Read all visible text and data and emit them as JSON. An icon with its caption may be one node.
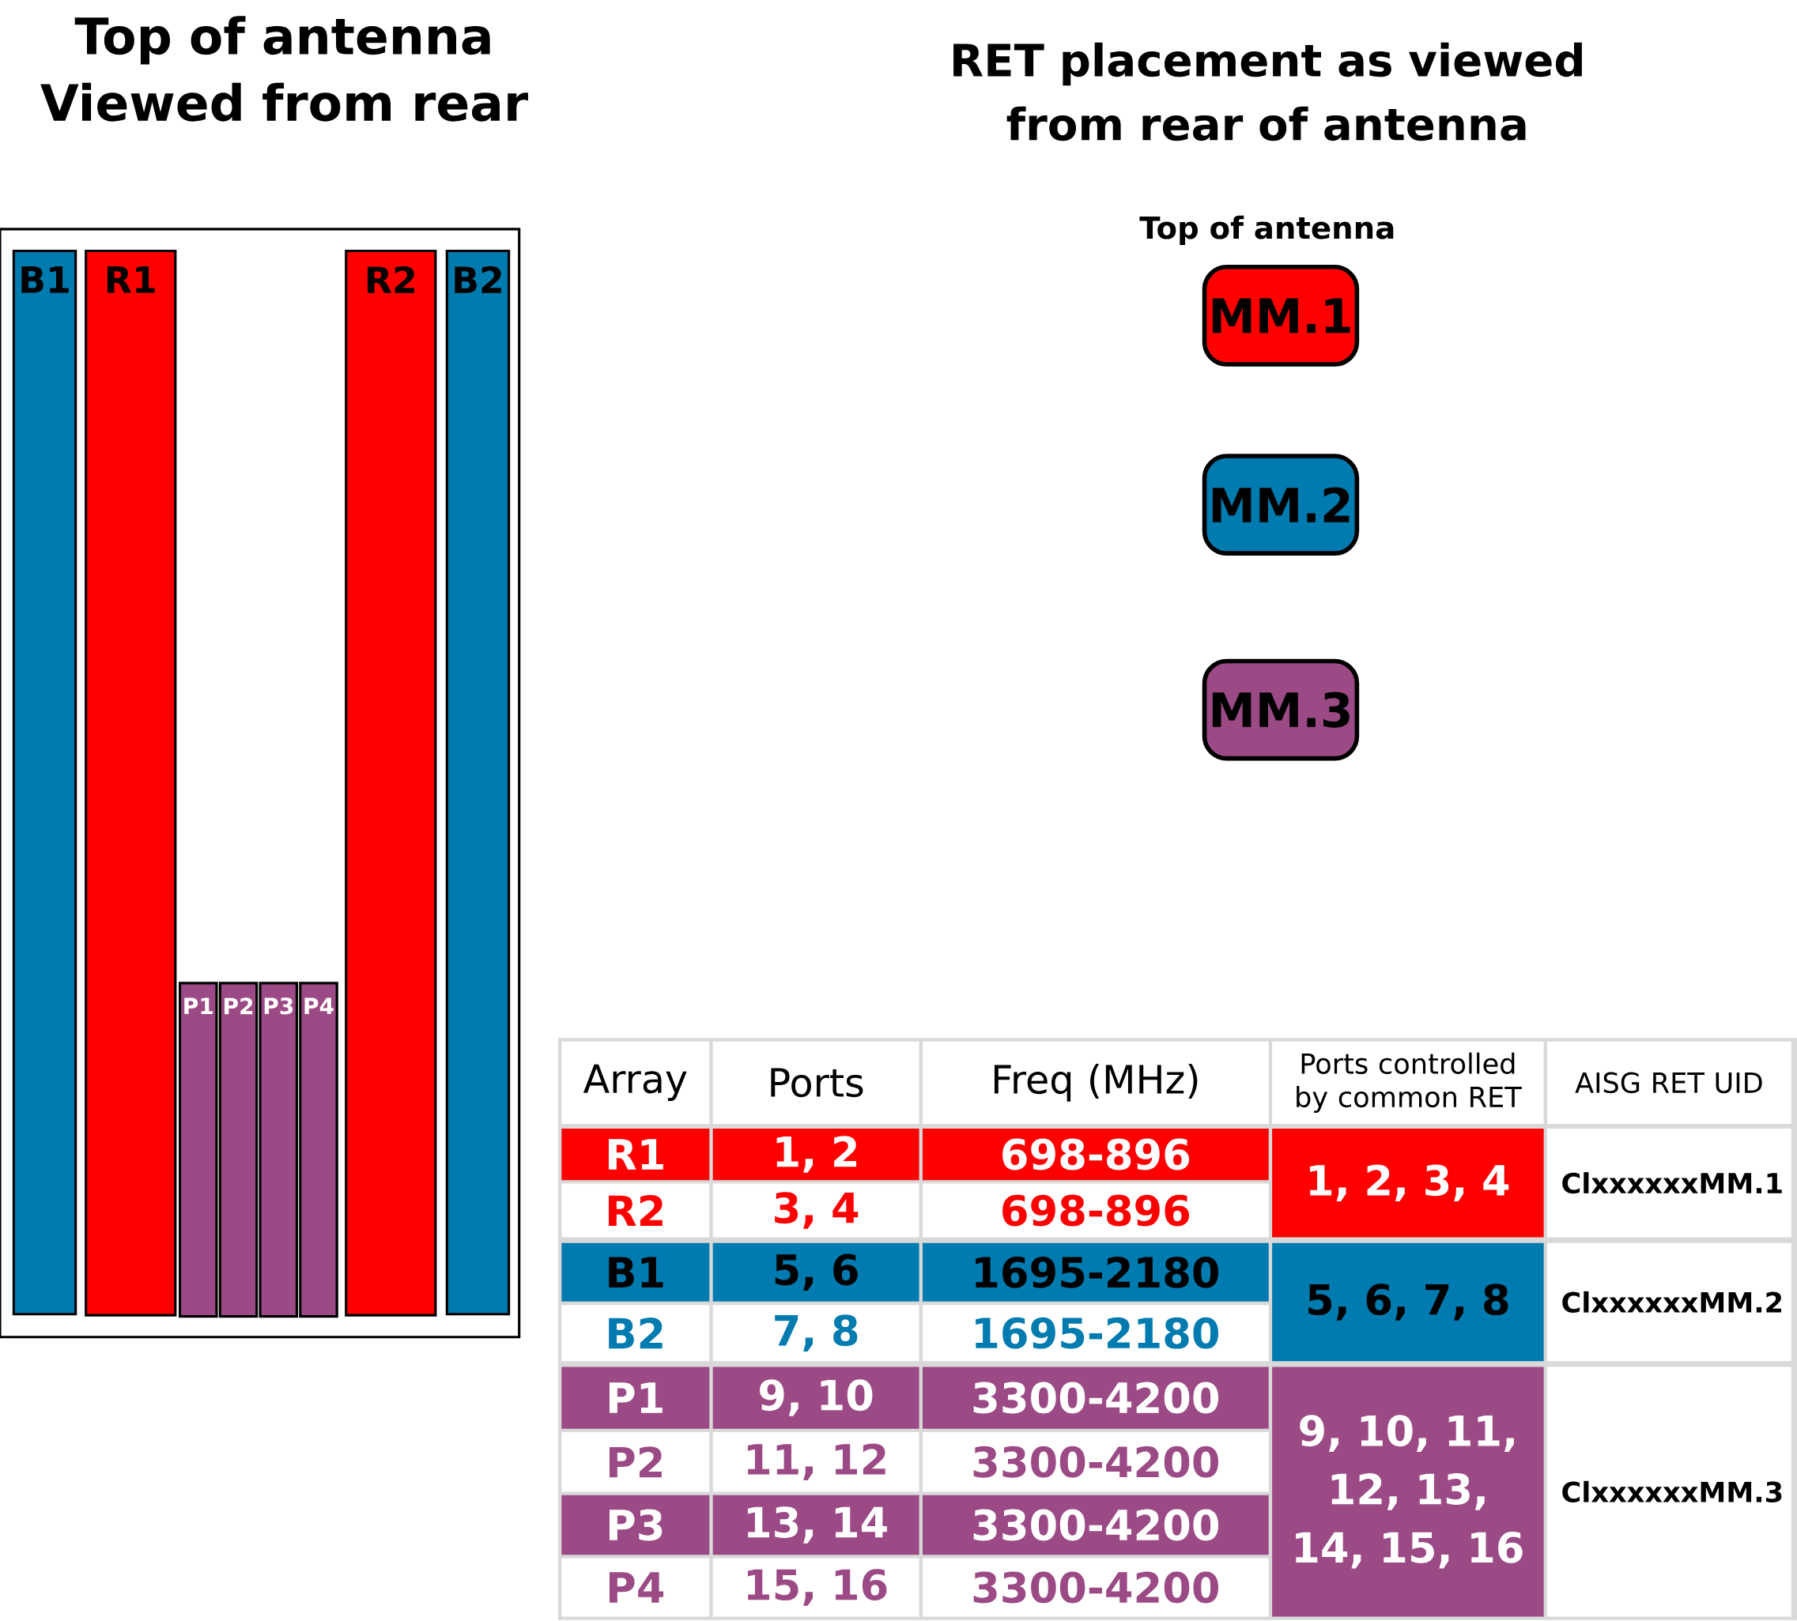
{
  "diagram": {
    "nodes": [
      {
        "text": [],
        "shape": "box"
      },
      {
        "text": [
          "B1"
        ],
        "in": 0
      },
      {
        "text": [
          "R1"
        ],
        "in": 0
      },
      {
        "text": [
          "P1"
        ],
        "in": 0
      },
      {
        "text": [
          "P2"
        ],
        "in": 0
      },
      {
        "text": [
          "P3"
        ],
        "in": 0
      },
      {
        "text": [
          "P4"
        ],
        "in": 0
      },
      {
        "text": [
          "R2"
        ],
        "in": 0
      },
      {
        "text": [
          "B2"
        ],
        "in": 0
      },
      {
        "text": [
          "MM.1"
        ]
      },
      {
        "text": [
          "MM.2"
        ]
      },
      {
        "text": [
          "MM.3"
        ]
      }
    ],
    "labels": [
      "Top of antenna Viewed from rear",
      "RET placement as viewed from rear of antenna",
      "Top of antenna",
      "Array",
      "Ports",
      "Freq (MHz)",
      "Ports controlled by common RET",
      "AISG RET UID",
      "R1",
      "1, 2",
      "698-896",
      "1, 2, 3, 4",
      "ClxxxxxxMM.1",
      "R2",
      "3, 4",
      "698-896",
      "B1",
      "5, 6",
      "1695-2180",
      "5, 6, 7, 8",
      "ClxxxxxxMM.2",
      "B2",
      "7, 8",
      "1695-2180",
      "P1",
      "9, 10",
      "3300-4200",
      "9, 10, 11, 12, 13, 14, 15, 16",
      "ClxxxxxxMM.3",
      "P2",
      "11, 12",
      "3300-4200",
      "P3",
      "13, 14",
      "3300-4200",
      "P4",
      "15, 16",
      "3300-4200"
    ]
  }
}
